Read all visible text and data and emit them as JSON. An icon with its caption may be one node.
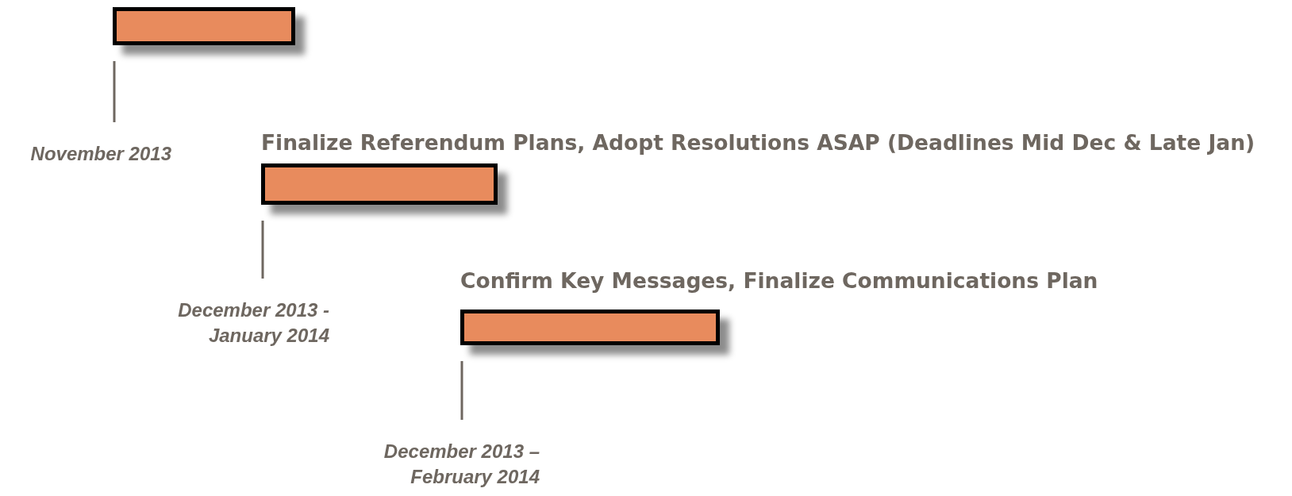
{
  "diagram": {
    "nodes": [
      {
        "text": [],
        "shape": "bar"
      },
      {
        "text": [
          "Finalize Referendum Plans, Adopt Resolutions ASAP (Deadlines Mid Dec & Late Jan)"
        ]
      },
      {
        "text": [
          "Confirm Key Messages, Finalize Communications Plan"
        ]
      },
      {
        "text": [
          "November 2013"
        ]
      },
      {
        "text": [
          "December 2013 - January 2014"
        ]
      },
      {
        "text": [
          "December 2013 – February 2014"
        ]
      }
    ],
    "edges": [
      {
        "from": 3,
        "to": 0,
        "arrow": "none"
      },
      {
        "from": 4,
        "to": 1,
        "arrow": "none"
      },
      {
        "from": 5,
        "to": 2,
        "arrow": "none"
      }
    ]
  }
}
